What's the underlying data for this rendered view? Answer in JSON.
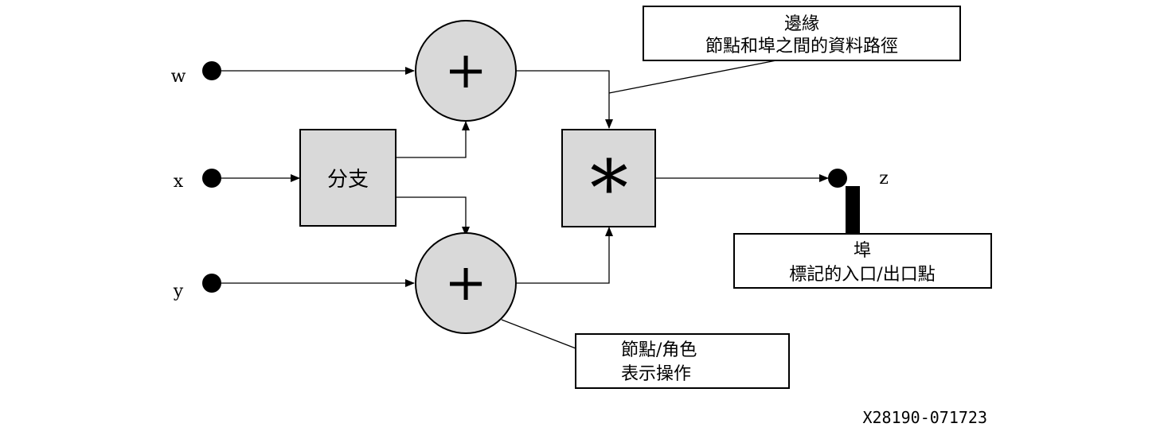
{
  "inputs": {
    "w": "w",
    "x": "x",
    "y": "y"
  },
  "output": {
    "z": "z"
  },
  "nodes": {
    "adder_top_symbol": "+",
    "adder_bottom_symbol": "+",
    "branch_label": "分支",
    "multiply_symbol": "*"
  },
  "callouts": {
    "edge": {
      "line1": "邊緣",
      "line2": "節點和埠之間的資料路徑"
    },
    "port": {
      "line1": "埠",
      "line2": "標記的入口/出口點"
    },
    "node_role": {
      "line1": "節點/角色",
      "line2": "表示操作"
    }
  },
  "figure_id": "X28190-071723",
  "colors": {
    "node_fill": "#d9d9d9",
    "stroke": "#000000",
    "background": "#ffffff"
  }
}
